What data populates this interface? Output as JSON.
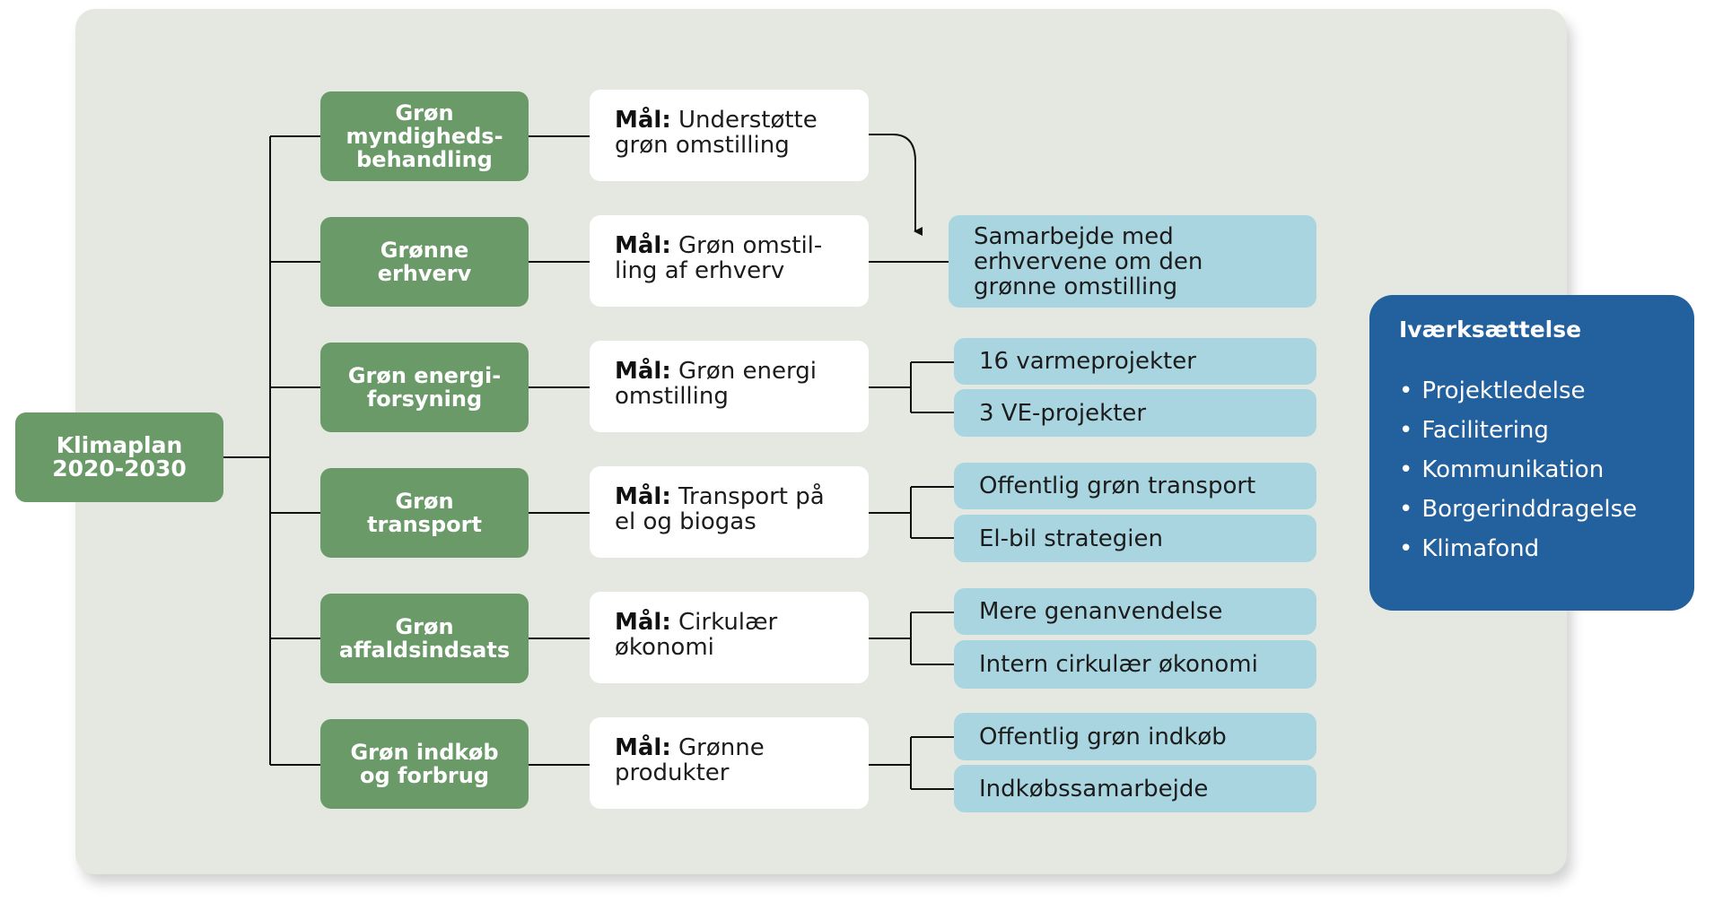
{
  "root": {
    "label": "Klimaplan\n2020-2030"
  },
  "branches": [
    {
      "area": "Grøn\nmyndigheds-\nbehandling",
      "goal_prefix": "Mål:",
      "goal": " Understøtte\ngrøn omstilling",
      "outcomes": []
    },
    {
      "area": "Grønne\nerhverv",
      "goal_prefix": "Mål:",
      "goal": " Grøn omstil-\nling af erhverv",
      "outcomes": [
        "Samarbejde med\nerhvervene om den\ngrønne omstilling"
      ]
    },
    {
      "area": "Grøn energi-\nforsyning",
      "goal_prefix": "Mål:",
      "goal": " Grøn energi\nomstilling",
      "outcomes": [
        "16 varmeprojekter",
        "3 VE-projekter"
      ]
    },
    {
      "area": "Grøn\ntransport",
      "goal_prefix": "Mål:",
      "goal": " Transport på\nel og biogas",
      "outcomes": [
        "Offentlig grøn transport",
        "El-bil strategien"
      ]
    },
    {
      "area": "Grøn\naffaldsindsats",
      "goal_prefix": "Mål:",
      "goal": " Cirkulær\nøkonomi",
      "outcomes": [
        "Mere genanvendelse",
        "Intern cirkulær økonomi"
      ]
    },
    {
      "area": "Grøn indkøb\nog forbrug",
      "goal_prefix": "Mål:",
      "goal": " Grønne\nprodukter",
      "outcomes": [
        "Offentlig grøn indkøb",
        "Indkøbssamarbejde"
      ]
    }
  ],
  "implementation": {
    "title": "Iværksættelse",
    "items": [
      "Projektledelse",
      "Facilitering",
      "Kommunikation",
      "Borgerinddragelse",
      "Klimafond"
    ]
  },
  "colors": {
    "green": "#6a9a68",
    "light_blue": "#a8d5e0",
    "dark_blue": "#23609e",
    "panel": "#e5e8e1"
  }
}
